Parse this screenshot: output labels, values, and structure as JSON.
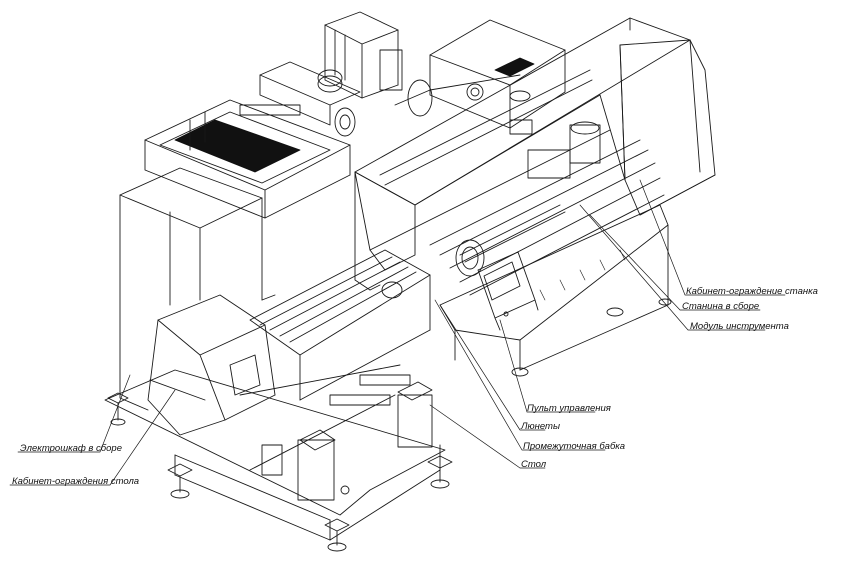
{
  "drawing": {
    "line_color": "#1a1a1a",
    "hatch_color": "#111111",
    "labels": {
      "cabinet_guard_machine": "Кабинет-ограждение станка",
      "bed_assembly": "Станина в сборе",
      "tool_module": "Модуль инструмента",
      "control_panel": "Пульт управления",
      "steady_rests": "Люнеты",
      "intermediate_loader": "Промежуточная бабка",
      "table": "Стол",
      "electrical_cabinet": "Электрошкаф в сборе",
      "cabinet_guard_table": "Кабинет-ограждения стола"
    }
  }
}
